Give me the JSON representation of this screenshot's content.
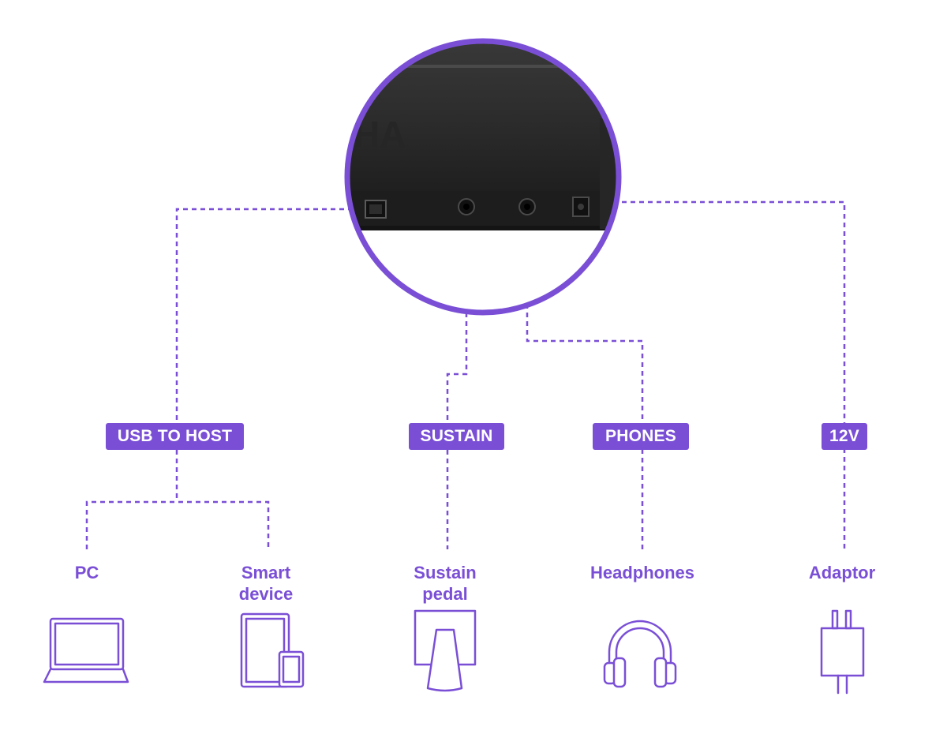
{
  "colors": {
    "accent": "#7a4fd6",
    "panel": "#2b2b2b"
  },
  "keyboard_logo_fragment": "HA",
  "ports": [
    {
      "id": "usb",
      "label": "USB TO HOST"
    },
    {
      "id": "sustain",
      "label": "SUSTAIN"
    },
    {
      "id": "phones",
      "label": "PHONES"
    },
    {
      "id": "dc",
      "label": "12V"
    }
  ],
  "devices": [
    {
      "id": "pc",
      "label_line1": "PC",
      "label_line2": "",
      "icon": "laptop-icon"
    },
    {
      "id": "smart",
      "label_line1": "Smart",
      "label_line2": "device",
      "icon": "tablet-phone-icon"
    },
    {
      "id": "pedal",
      "label_line1": "Sustain",
      "label_line2": "pedal",
      "icon": "pedal-icon"
    },
    {
      "id": "headphones",
      "label_line1": "Headphones",
      "label_line2": "",
      "icon": "headphones-icon"
    },
    {
      "id": "adaptor",
      "label_line1": "Adaptor",
      "label_line2": "",
      "icon": "plug-icon"
    }
  ]
}
